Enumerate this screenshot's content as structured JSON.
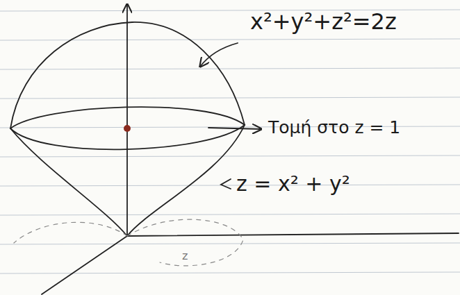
{
  "diagram": {
    "labels": [
      "x²+y²+z²=2z",
      "Τομή στο z = 1",
      "z = x² + y²",
      "z"
    ]
  }
}
